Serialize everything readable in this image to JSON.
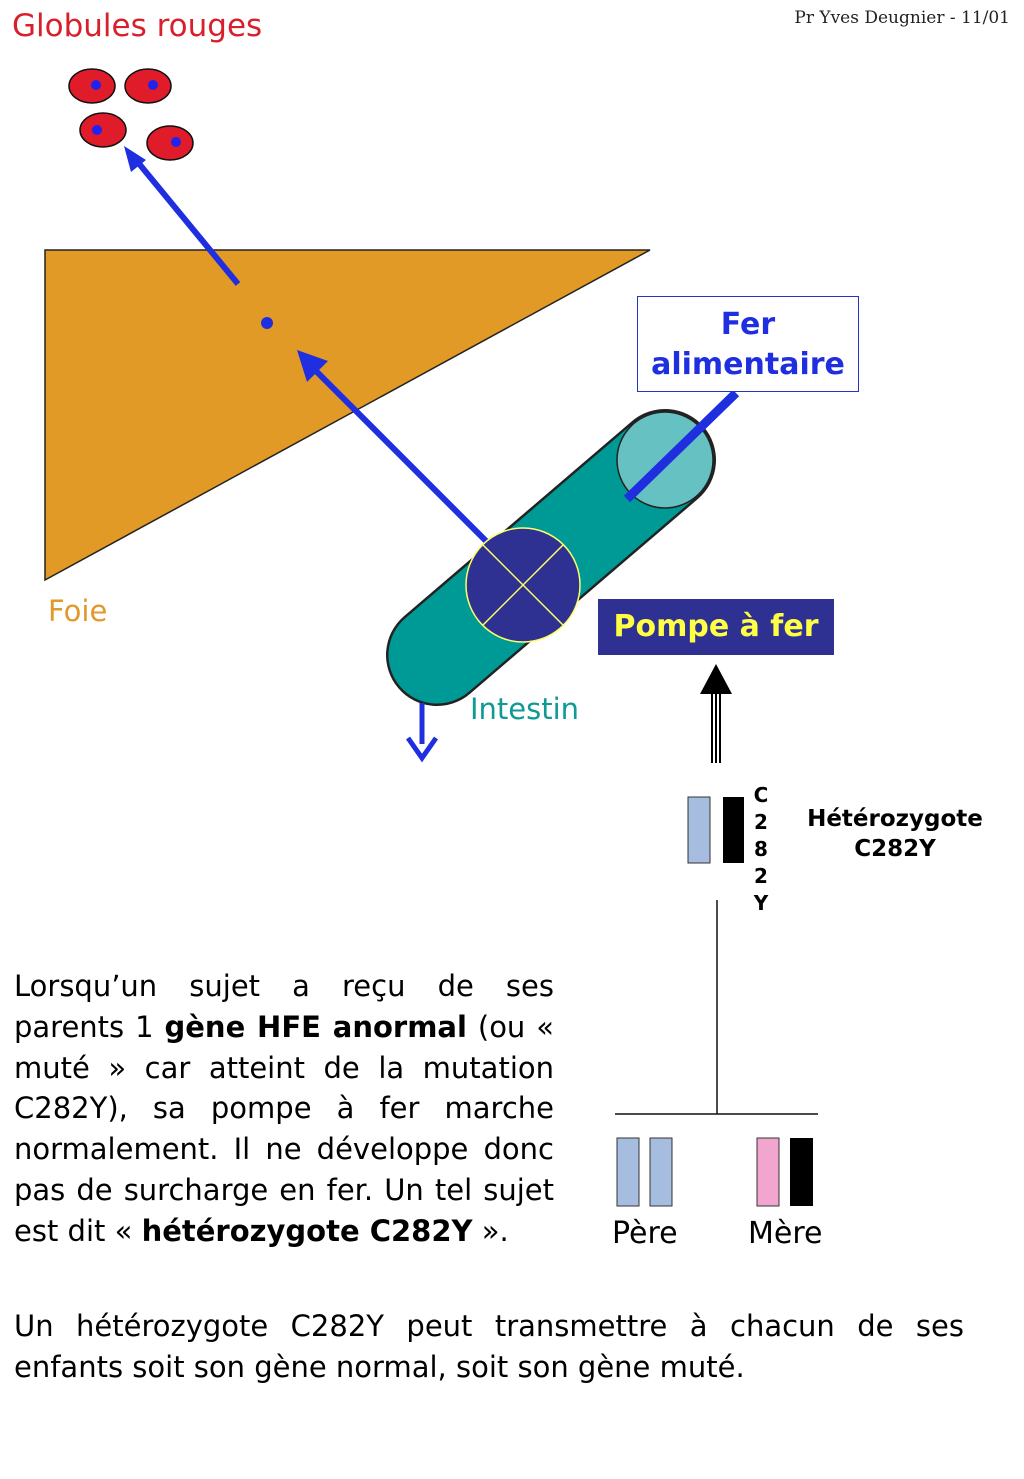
{
  "header": {
    "title": "Globules rouges",
    "credit": "Pr Yves Deugnier - 11/01"
  },
  "labels": {
    "foie": "Foie",
    "intestin": "Intestin",
    "fer_line1": "Fer",
    "fer_line2": "alimentaire",
    "pompe": "Pompe à fer",
    "mutation_vertical": [
      "C",
      "2",
      "8",
      "2",
      "Y"
    ],
    "hetero_line1": "Hétérozygote",
    "hetero_line2": "C282Y",
    "pere": "Père",
    "mere": "Mère"
  },
  "paragraph1": {
    "t1": "Lorsqu’un sujet a reçu de ses parents 1 ",
    "b1": "gène HFE anormal",
    "t2": " (ou « muté » car atteint de la mutation C282Y), sa pompe à fer marche normalement. Il ne développe donc pas de surcharge en fer. Un tel sujet est dit « ",
    "b2": "hétérozygote C282Y",
    "t3": " »."
  },
  "paragraph2": "Un hétérozygote C282Y peut transmettre à chacun de ses enfants soit son gène normal, soit son gène muté.",
  "colors": {
    "red_cell": "#e01b2a",
    "nucleus": "#2222ee",
    "liver": "#e29a27",
    "intestine": "#009a96",
    "intestine_cap": "#66c2c2",
    "pump": "#2e3192",
    "arrow": "#1f2fe0",
    "allele_normal": "#a6bde0",
    "allele_mutant": "#000000",
    "allele_mother": "#f2a6cf"
  }
}
